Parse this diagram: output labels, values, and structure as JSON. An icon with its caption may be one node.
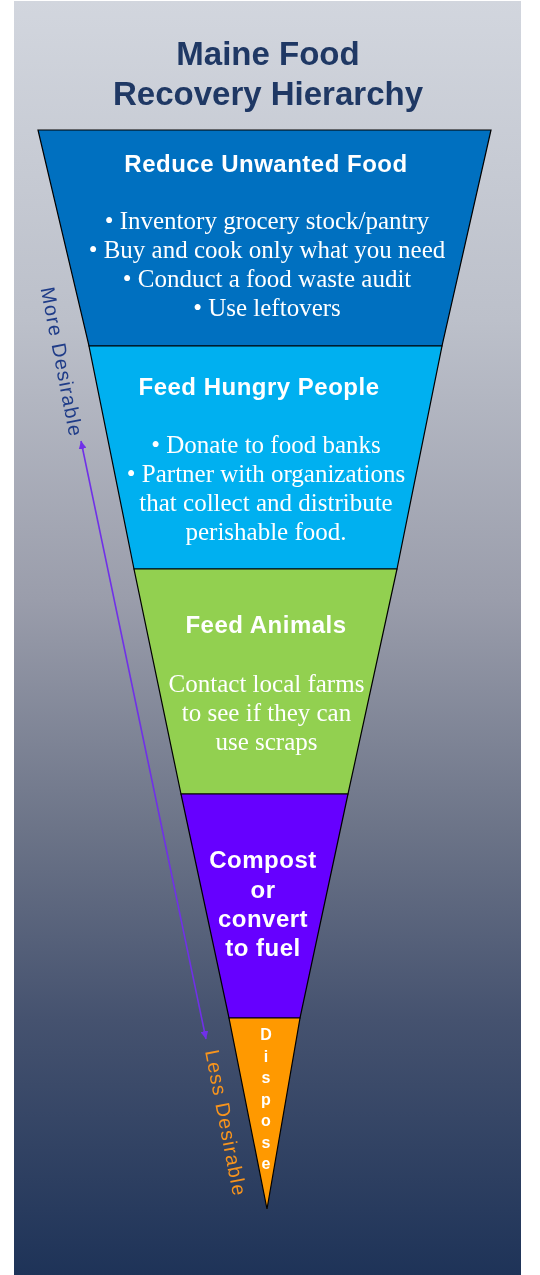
{
  "diagram": {
    "title": "Maine Food Recovery Hierarchy",
    "nodes": [
      {
        "text": [
          "Reduce Unwanted Food",
          "• Inventory grocery stock/pantry",
          "• Buy and cook only what you need",
          "• Conduct a food waste audit",
          "• Use leftovers"
        ]
      },
      {
        "text": [
          "Feed Hungry People",
          "• Donate to food banks",
          "• Partner with organizations that collect and distribute perishable food."
        ]
      },
      {
        "text": [
          "Feed Animals",
          "Contact local farms to see if they can use scraps"
        ]
      },
      {
        "text": [
          "Compost or convert to fuel"
        ]
      },
      {
        "text": [
          "Dispose"
        ]
      }
    ],
    "labels": [
      "More Desirable",
      "Less Desirable"
    ]
  }
}
